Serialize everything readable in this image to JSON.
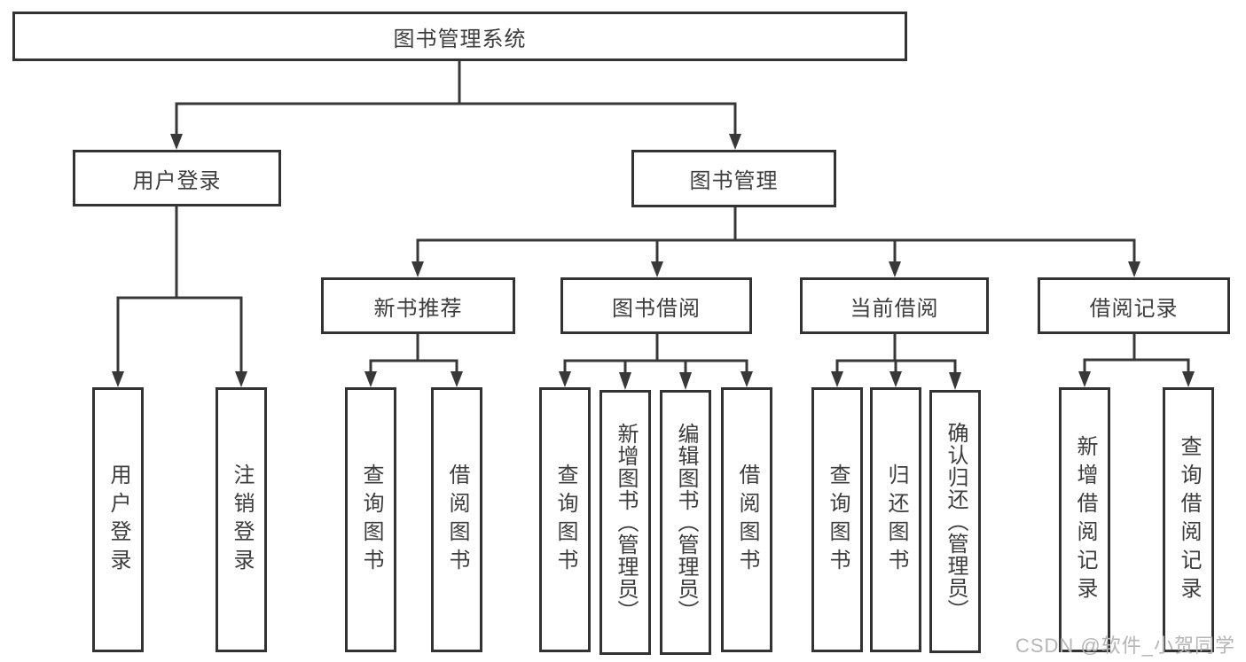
{
  "diagram_title": "图书管理系统",
  "tree": {
    "label": "图书管理系统",
    "children": [
      {
        "label": "用户登录",
        "children": [
          {
            "label": "用户登录"
          },
          {
            "label": "注销登录"
          }
        ]
      },
      {
        "label": "图书管理",
        "children": [
          {
            "label": "新书推荐",
            "children": [
              {
                "label": "查询图书"
              },
              {
                "label": "借阅图书"
              }
            ]
          },
          {
            "label": "图书借阅",
            "children": [
              {
                "label": "查询图书"
              },
              {
                "label": "新增图书（管理员）"
              },
              {
                "label": "编辑图书（管理员）"
              },
              {
                "label": "借阅图书"
              }
            ]
          },
          {
            "label": "当前借阅",
            "children": [
              {
                "label": "查询图书"
              },
              {
                "label": "归还图书"
              },
              {
                "label": "确认归还（管理员）"
              }
            ]
          },
          {
            "label": "借阅记录",
            "children": [
              {
                "label": "新增借阅记录"
              },
              {
                "label": "查询借阅记录"
              }
            ]
          }
        ]
      }
    ]
  },
  "watermark": "CSDN @软件_小贺同学",
  "colors": {
    "line": "#383838",
    "box_border": "#333333",
    "text": "#3d3d3d",
    "watermark": "#b6b6b6",
    "background": "#ffffff"
  }
}
